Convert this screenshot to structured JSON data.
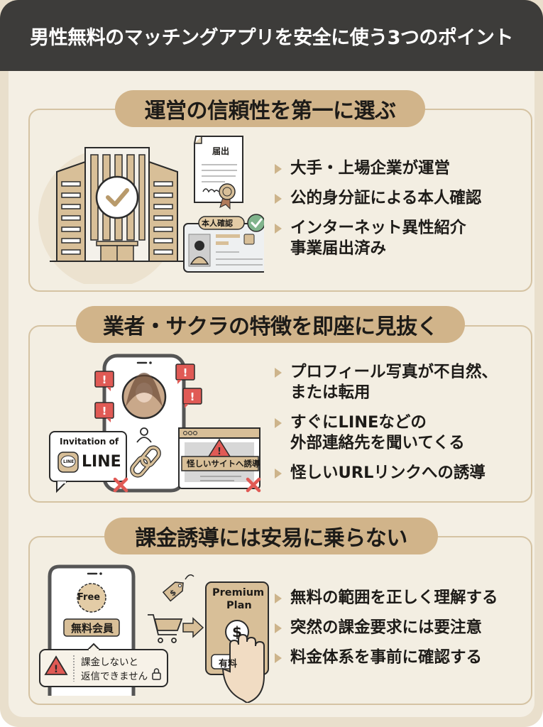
{
  "header": {
    "title": "男性無料のマッチングアプリを安全に使う3つのポイント"
  },
  "colors": {
    "header_bg": "#3d3c3a",
    "page_bg": "#f4efe4",
    "accent_tan": "#d1b48a",
    "card_border": "#d5c3a3",
    "warning_red": "#e05a55",
    "check_green": "#7fb38b"
  },
  "sections": [
    {
      "title": "運営の信頼性を第一に選ぶ",
      "bullets": [
        "大手・上場企業が運営",
        "公的身分証による本人確認",
        "インターネット異性紹介\n事業届出済み"
      ],
      "illustration": {
        "icons": [
          "office-building-icon",
          "check-circle-icon",
          "document-certificate-icon",
          "id-card-icon",
          "verified-check-icon"
        ],
        "document_label": "届出",
        "id_badge_label": "本人確認"
      }
    },
    {
      "title": "業者・サクラの特徴を即座に見抜く",
      "bullets": [
        "プロフィール写真が不自然、\nまたは転用",
        "すぐにLINEなどの\n外部連絡先を聞いてくる",
        "怪しいURLリンクへの誘導"
      ],
      "illustration": {
        "icons": [
          "smartphone-icon",
          "profile-photo-icon",
          "warning-bubble-icon",
          "chain-link-icon",
          "browser-warning-icon",
          "cross-mark-icon"
        ],
        "line_invite_caption": "Invitation of",
        "line_logo_text": "LINE",
        "line_label": "LINE",
        "browser_label": "怪しいサイトへ誘導"
      }
    },
    {
      "title": "課金誘導には安易に乗らない",
      "bullets": [
        "無料の範囲を正しく理解する",
        "突然の課金要求には要注意",
        "料金体系を事前に確認する"
      ],
      "illustration": {
        "icons": [
          "smartphone-icon",
          "free-badge-icon",
          "warning-triangle-icon",
          "lock-icon",
          "price-tag-icon",
          "shopping-cart-icon",
          "arrow-right-icon",
          "dollar-coin-icon",
          "stop-hand-icon"
        ],
        "free_badge": "Free",
        "member_label": "無料会員",
        "warning_message_line1": "課金しないと",
        "warning_message_line2": "返信できません",
        "price_tag_symbol": "$",
        "plan_title_line1": "Premium",
        "plan_title_line2": "Plan",
        "plan_symbol": "$",
        "paid_label": "有料"
      }
    }
  ]
}
